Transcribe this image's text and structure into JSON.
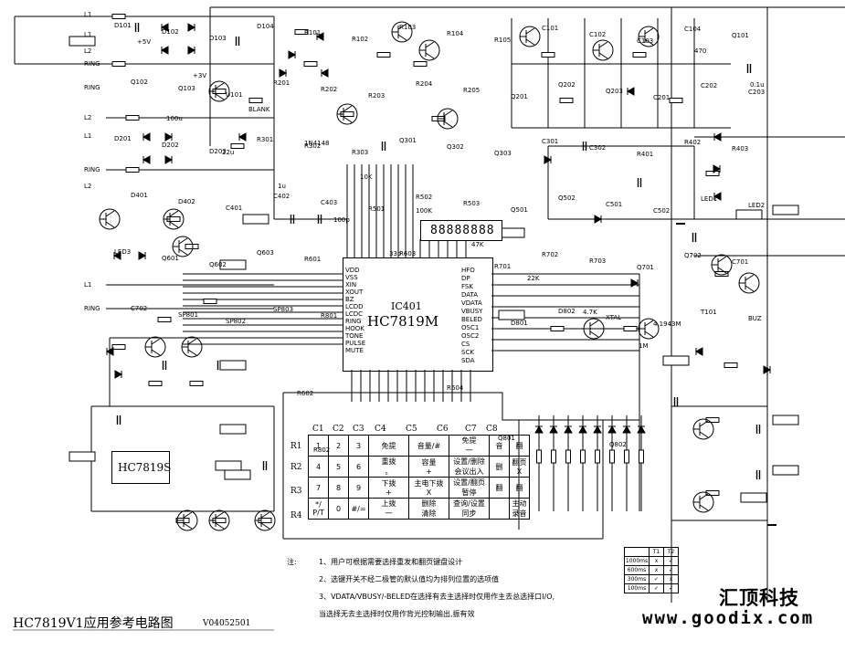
{
  "ic_main": {
    "ref": "IC401",
    "part": "HC7819M"
  },
  "ic_sub": {
    "part": "HC7819S"
  },
  "display": {
    "segments": "88888888"
  },
  "keypad": {
    "col_headers": [
      "C1",
      "C2",
      "C3",
      "C4",
      "C5",
      "C6",
      "C7",
      "C8"
    ],
    "row_headers": [
      "R1",
      "R2",
      "R3",
      "R4"
    ],
    "rows": [
      [
        "1",
        "2",
        "3",
        "免提",
        "音量/#",
        "免提\n一",
        "音",
        "翻"
      ],
      [
        "4",
        "5",
        "6",
        "重拨\n。",
        "容量\n+",
        "设置/删除\n会议出入",
        "删",
        "翻页\nX"
      ],
      [
        "7",
        "8",
        "9",
        "下拨\n+",
        "主电下拨\nX",
        "设置/翻页\n暂停",
        "翻",
        "翻"
      ],
      [
        "*/\nP/T",
        "0",
        "#/=",
        "上拨\n一",
        "删除\n清除",
        "查询/设置\n同步",
        "",
        "主动录音"
      ]
    ]
  },
  "notes": {
    "prefix": "注:",
    "items": [
      "1、用户可根据需要选择重发和翻页键盘设计",
      "2、选键开关不经二极管的默认值均为排列位置的选项值",
      "3、VDATA/VBUSY/-BELED在选择有去主选择时仅用作主去总选择口I/O,",
      "当选择无去主选择时仅用作背光控制输出,振有效"
    ]
  },
  "footer": {
    "title": "HC7819V1应用参考电路图",
    "version": "V04052501",
    "brand": "汇顶科技",
    "url": "www.goodix.com"
  },
  "labels": {
    "left": [
      "L1",
      "RING",
      "L2",
      "RING",
      "L1",
      "RING",
      "L1",
      "L2",
      "RING",
      "L1",
      "L2"
    ],
    "parts": [
      "D101",
      "D102",
      "D103",
      "D104",
      "R101",
      "R102",
      "R103",
      "R104",
      "R105",
      "C101",
      "C102",
      "C103",
      "C104",
      "Q101",
      "Q102",
      "Q103",
      "U101",
      "R201",
      "R202",
      "R203",
      "R204",
      "R205",
      "Q201",
      "Q202",
      "Q203",
      "C201",
      "C202",
      "C203",
      "D201",
      "D202",
      "D203",
      "R301",
      "R302",
      "R303",
      "Q301",
      "Q302",
      "Q303",
      "C301",
      "C302",
      "R401",
      "R402",
      "R403",
      "D401",
      "D402",
      "C401",
      "C402",
      "C403",
      "R501",
      "R502",
      "R503",
      "Q501",
      "Q502",
      "C501",
      "C502",
      "LED1",
      "LED2",
      "LED3",
      "Q601",
      "Q602",
      "Q603",
      "R601",
      "R602",
      "R603",
      "R604",
      "R701",
      "R702",
      "R703",
      "Q701",
      "Q702",
      "C701",
      "C702",
      "SP801",
      "SP802",
      "SP803",
      "R801",
      "R802",
      "Q801",
      "Q802",
      "D801",
      "D802",
      "XTAL",
      "4.1943M",
      "T101",
      "BUZ"
    ],
    "pins": [
      "VDD",
      "VSS",
      "XIN",
      "XOUT",
      "BZ",
      "LCDD",
      "LCDC",
      "RING",
      "HOOK",
      "TONE",
      "PULSE",
      "MUTE",
      "HFO",
      "DP",
      "FSK",
      "DATA",
      "VDATA",
      "VBUSY",
      "BELED",
      "OSC1",
      "OSC2",
      "CS",
      "SCK",
      "SDA"
    ],
    "misc": [
      "+5V",
      "+3V",
      "BLANK",
      "1N4148",
      "10K",
      "100K",
      "47K",
      "22K",
      "4.7K",
      "1M",
      "470",
      "0.1u",
      "100u",
      "22u",
      "1u",
      "100p",
      "33p"
    ]
  },
  "mini_table": {
    "rows": [
      [
        "",
        "T1",
        "T2"
      ],
      [
        "1000ms",
        "x",
        "✓"
      ],
      [
        "600ms",
        "x",
        "✓"
      ],
      [
        "300ms",
        "✓",
        "x"
      ],
      [
        "100ms",
        "✓",
        "✓"
      ]
    ]
  }
}
